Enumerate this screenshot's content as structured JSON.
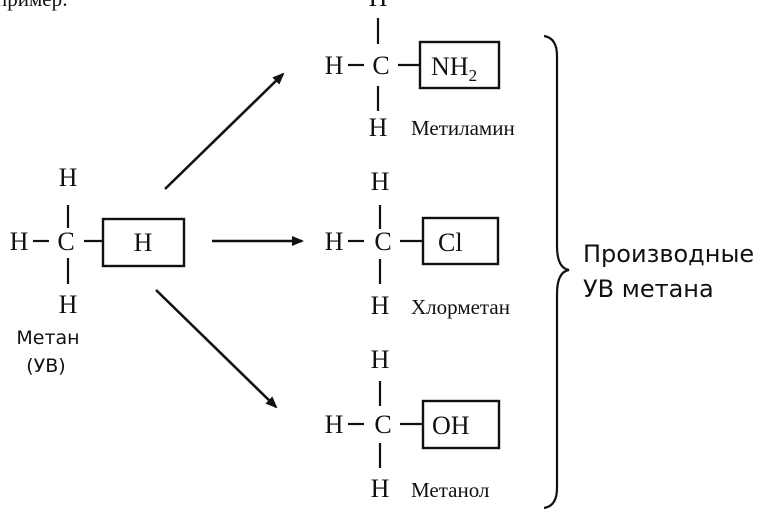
{
  "top_fragment": "пример:",
  "atoms": {
    "carbon": "C",
    "hydrogen": "H"
  },
  "methane": {
    "name_line1": "Метан",
    "name_line2": "(УВ)",
    "substituent": "H"
  },
  "derivatives": [
    {
      "group": "NH",
      "subscript": "2",
      "name": "Метиламин"
    },
    {
      "group": "Cl",
      "subscript": "",
      "name": "Хлорметан"
    },
    {
      "group": "OH",
      "subscript": "",
      "name": "Метанол"
    }
  ],
  "group_label": {
    "line1": "Производные",
    "line2": "УВ метана"
  }
}
